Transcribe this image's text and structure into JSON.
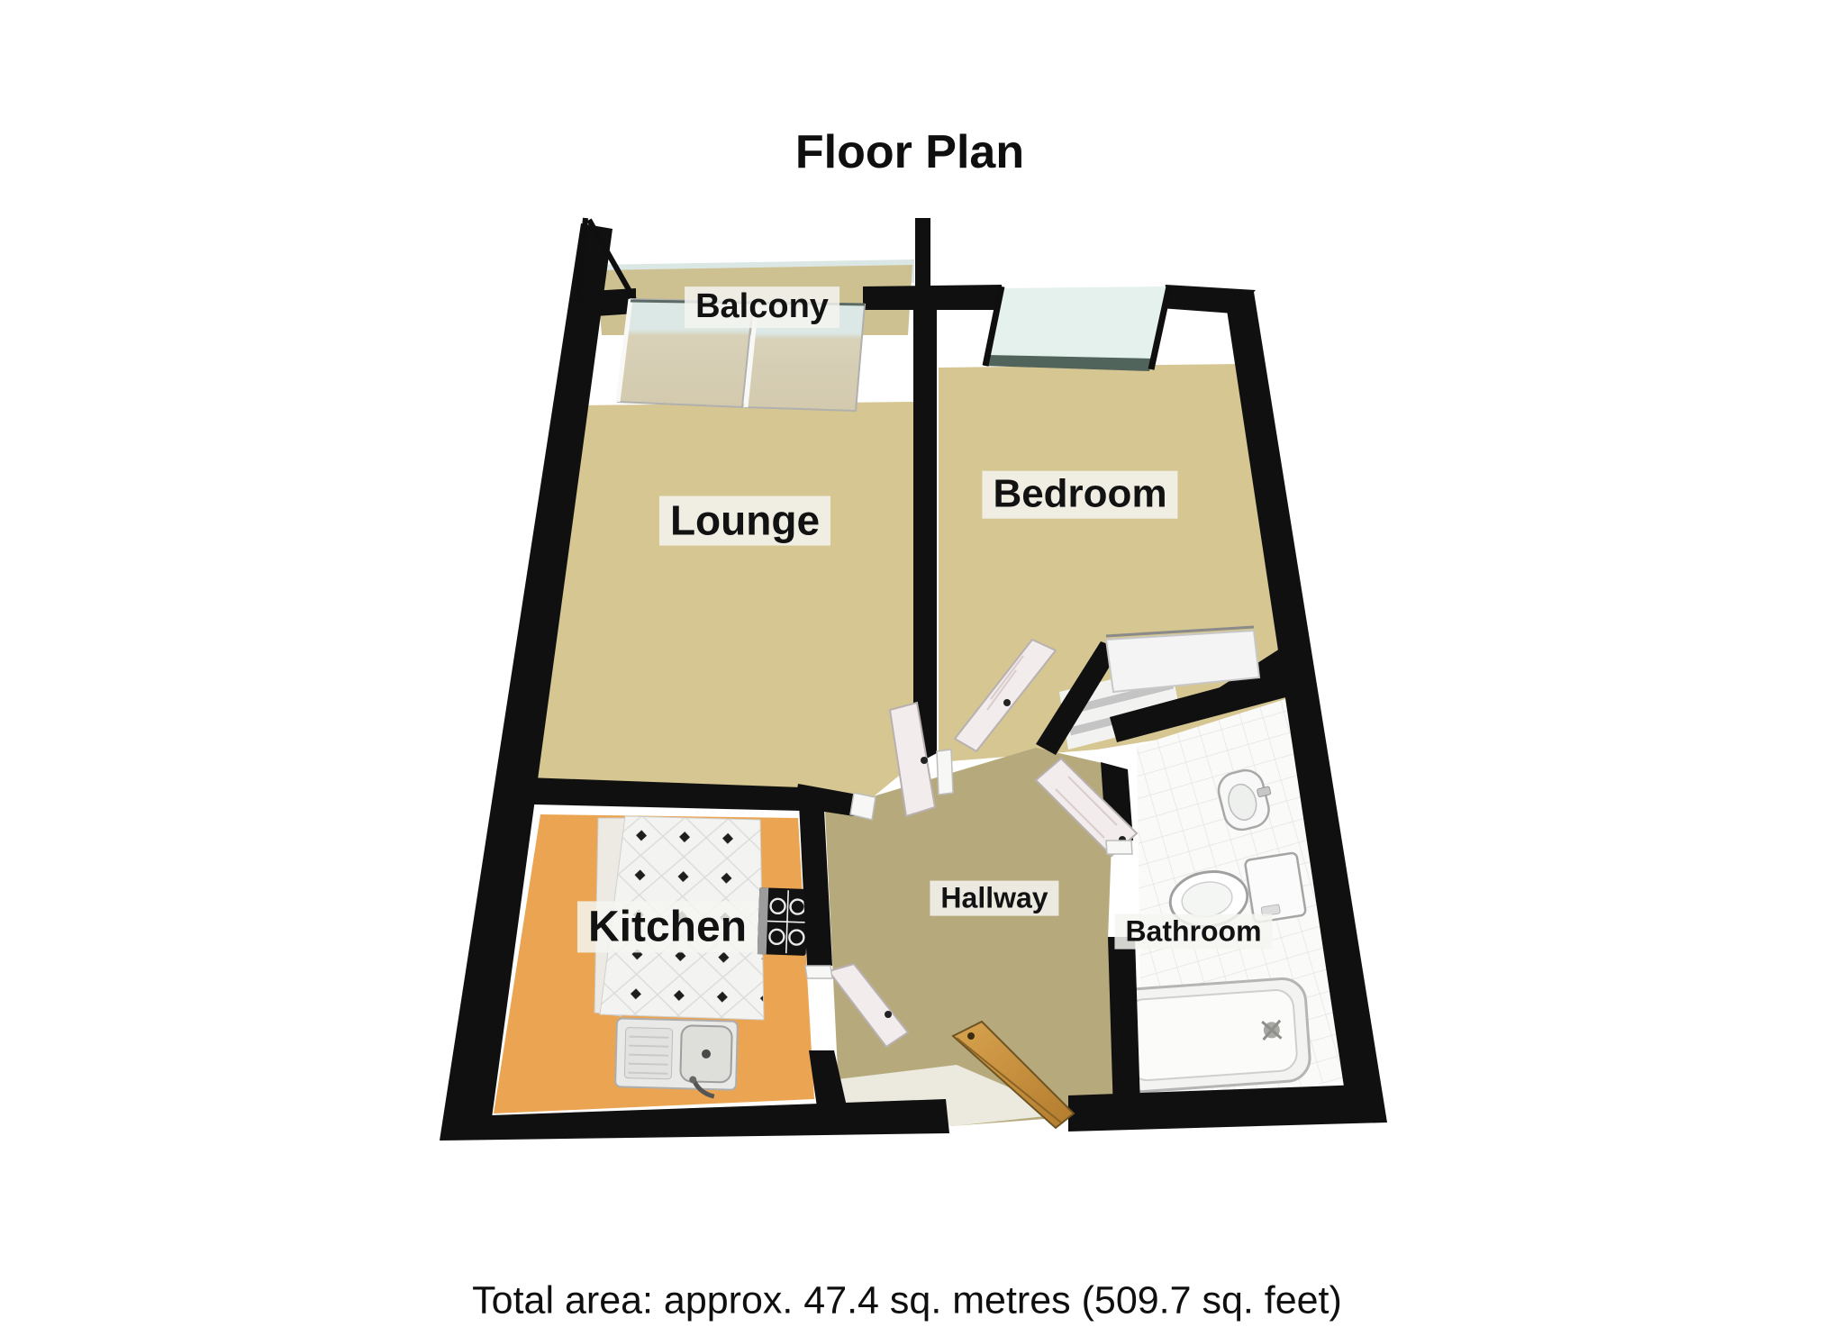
{
  "header": {
    "title": "Floor Plan"
  },
  "footer": {
    "total_area": "Total area: approx. 47.4 sq. metres (509.7 sq. feet)"
  },
  "rooms": {
    "balcony": {
      "label": "Balcony"
    },
    "lounge": {
      "label": "Lounge"
    },
    "bedroom": {
      "label": "Bedroom"
    },
    "kitchen": {
      "label": "Kitchen"
    },
    "hallway": {
      "label": "Hallway"
    },
    "bathroom": {
      "label": "Bathroom"
    }
  },
  "fixtures": [
    "balcony-sliding-doors",
    "bedroom-window",
    "bedroom-door",
    "bedroom-closet-sliding-door",
    "lounge-door",
    "kitchen-door",
    "kitchen-worktop",
    "kitchen-tiled-area",
    "kitchen-sink",
    "kitchen-hob",
    "bathroom-door",
    "bathroom-sink",
    "toilet",
    "bathtub",
    "airing-cupboard-shelves",
    "front-door"
  ],
  "colors": {
    "wall": "#101010",
    "carpet_tan": "#d6c692",
    "hallway_olive": "#b6aa7d",
    "balcony_khaki": "#cdc192",
    "kitchen_orange": "#eba552",
    "tile_white": "#f4f4f2",
    "glass_teal": "#e4f1ec",
    "glass_edge": "#51645c",
    "door_white": "#f2ecec",
    "front_door_wood": "#c9903e",
    "label_bg": "#f2f2f0"
  }
}
